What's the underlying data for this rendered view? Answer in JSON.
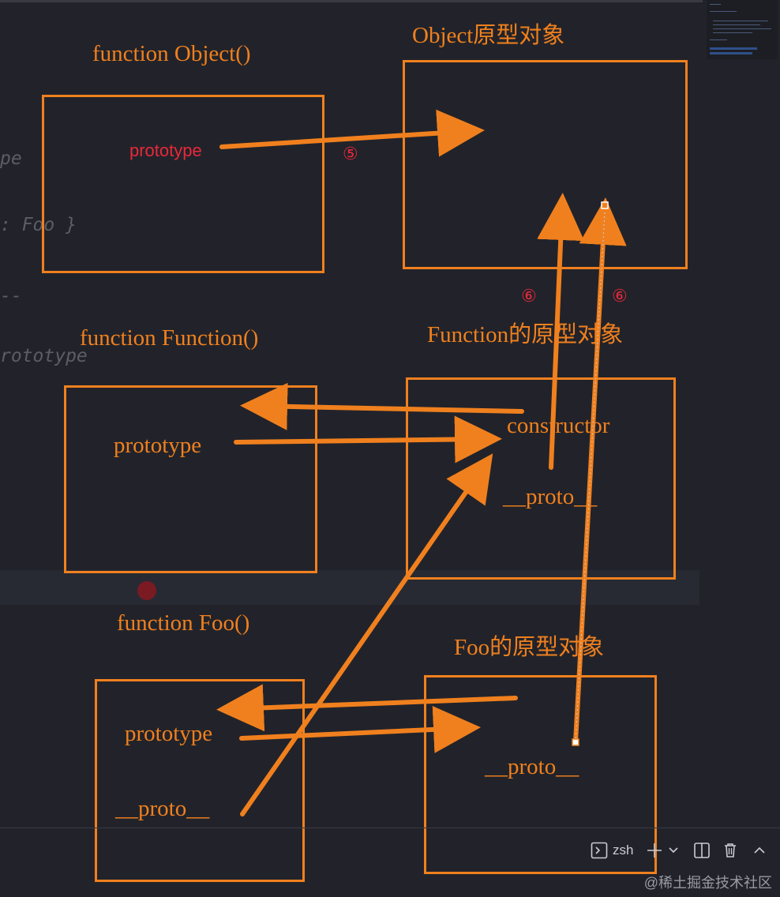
{
  "editor_code": {
    "line1": "pe",
    "line2": ": Foo }",
    "line3": "--",
    "line4": "rototype"
  },
  "object_fn": {
    "title": "function Object()",
    "prototype_label": "prototype"
  },
  "object_proto": {
    "title": "Object原型对象"
  },
  "function_fn": {
    "title": "function Function()",
    "prototype_label": "prototype"
  },
  "function_proto": {
    "title": "Function的原型对象",
    "constructor_label": "constructor",
    "proto_label": "__proto__"
  },
  "foo_fn": {
    "title": "function Foo()",
    "prototype_label": "prototype",
    "proto_label": "__proto__"
  },
  "foo_proto": {
    "title": "Foo的原型对象",
    "proto_label": "__proto__"
  },
  "step_markers": {
    "five": "⑤",
    "six_a": "⑥",
    "six_b": "⑥"
  },
  "terminal": {
    "shell_label": "zsh"
  },
  "watermark": "@稀土掘金技术社区",
  "colors": {
    "accent": "#f0801e",
    "marker": "#e8283a",
    "background": "#22232a"
  }
}
